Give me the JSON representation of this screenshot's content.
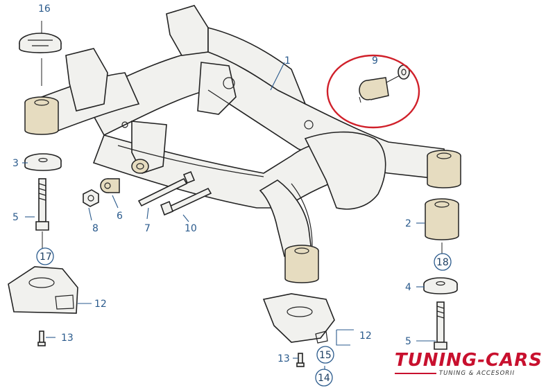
{
  "labels": {
    "p1": "1",
    "p2": "2",
    "p3": "3",
    "p4": "4",
    "p5a": "5",
    "p5b": "5",
    "p6": "6",
    "p7": "7",
    "p8": "8",
    "p9": "9",
    "p10": "10",
    "p12a": "12",
    "p12b": "12",
    "p13a": "13",
    "p13b": "13",
    "p14": "14",
    "p15": "15",
    "p16": "16",
    "p17": "17",
    "p18": "18"
  },
  "brand": {
    "name": "TUNING-CARS",
    "tagline": "TUNING & ACCESORII"
  },
  "colors": {
    "label": "#2a5a8c",
    "highlight": "#d0202a",
    "brand": "#c8102e"
  }
}
